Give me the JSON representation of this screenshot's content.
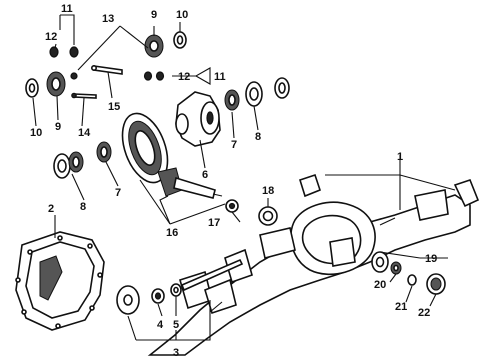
{
  "callouts": [
    {
      "id": "c1",
      "text": "1"
    },
    {
      "id": "c2",
      "text": "2"
    },
    {
      "id": "c3",
      "text": "3"
    },
    {
      "id": "c4",
      "text": "4"
    },
    {
      "id": "c5",
      "text": "5"
    },
    {
      "id": "c6",
      "text": "6"
    },
    {
      "id": "c7a",
      "text": "7"
    },
    {
      "id": "c7b",
      "text": "7"
    },
    {
      "id": "c8a",
      "text": "8"
    },
    {
      "id": "c8b",
      "text": "8"
    },
    {
      "id": "c9a",
      "text": "9"
    },
    {
      "id": "c9b",
      "text": "9"
    },
    {
      "id": "c10a",
      "text": "10"
    },
    {
      "id": "c10b",
      "text": "10"
    },
    {
      "id": "c11a",
      "text": "11"
    },
    {
      "id": "c11b",
      "text": "11"
    },
    {
      "id": "c12a",
      "text": "12"
    },
    {
      "id": "c12b",
      "text": "12"
    },
    {
      "id": "c13",
      "text": "13"
    },
    {
      "id": "c14",
      "text": "14"
    },
    {
      "id": "c15",
      "text": "15"
    },
    {
      "id": "c16",
      "text": "16"
    },
    {
      "id": "c17",
      "text": "17"
    },
    {
      "id": "c18",
      "text": "18"
    },
    {
      "id": "c19",
      "text": "19"
    },
    {
      "id": "c20",
      "text": "20"
    },
    {
      "id": "c21",
      "text": "21"
    },
    {
      "id": "c22",
      "text": "22"
    }
  ],
  "colors": {
    "ink": "#111111",
    "background": "#ffffff"
  }
}
